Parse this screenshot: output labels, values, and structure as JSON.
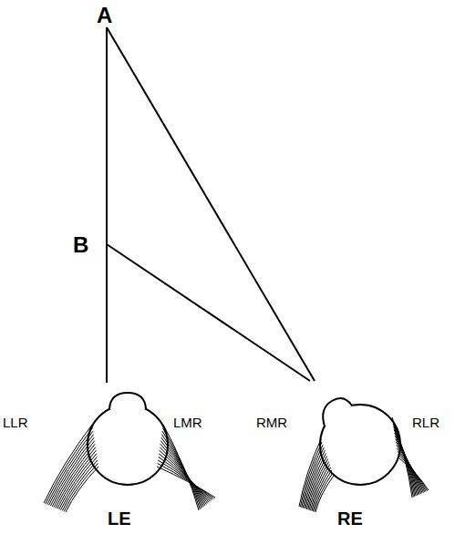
{
  "diagram": {
    "labels": [
      "A",
      "B",
      "LLR",
      "LMR",
      "RMR",
      "RLR",
      "LE",
      "RE"
    ]
  }
}
